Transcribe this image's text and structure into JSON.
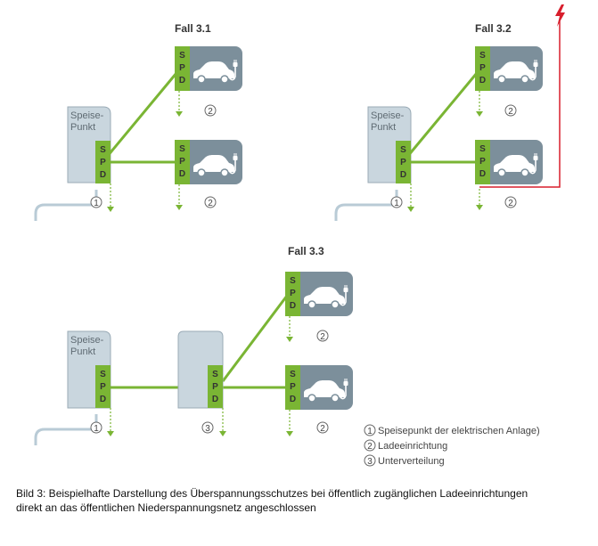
{
  "colors": {
    "green": "#7ab534",
    "feed_box": "#c9d6de",
    "feed_border": "#9aabb6",
    "charger": "#7c8f9b",
    "cable": "#b9cbd6",
    "lightning": "#d81e2c",
    "car": "#ffffff"
  },
  "icons": {
    "vehicle": "car-icon",
    "plug": "plug-icon",
    "lightning": "lightning-icon",
    "earth": "earth-arrow-icon"
  },
  "spd_letters": [
    "S",
    "P",
    "D"
  ],
  "cases": {
    "c31": {
      "title": "Fall 3.1",
      "feed_label": [
        "Speise-",
        "Punkt"
      ],
      "num_feed": "1",
      "num_charger": "2"
    },
    "c32": {
      "title": "Fall 3.2",
      "feed_label": [
        "Speise-",
        "Punkt"
      ],
      "num_feed": "1",
      "num_charger": "2"
    },
    "c33": {
      "title": "Fall 3.3",
      "feed_label": [
        "Speise-",
        "Punkt"
      ],
      "num_feed": "1",
      "num_sub": "3",
      "num_charger": "2"
    }
  },
  "legend": [
    {
      "num": "1",
      "text": "Speisepunkt der elektrischen Anlage)"
    },
    {
      "num": "2",
      "text": "Ladeeinrichtung"
    },
    {
      "num": "3",
      "text": "Unterverteilung"
    }
  ],
  "caption": {
    "line1": "Bild 3: Beispielhafte Darstellung des Überspannungsschutzes bei öffentlich zugänglichen Ladeeinrichtungen",
    "line2": "direkt an das öffentlichen Niederspannungsnetz angeschlossen"
  }
}
